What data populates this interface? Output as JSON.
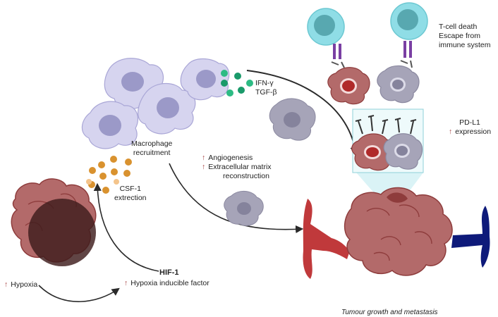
{
  "labels": {
    "tcell_death": "T-cell death",
    "escape": "Escape from",
    "immune_system": "immune system",
    "ifn": "IFN-γ",
    "tgf": "TGF-β",
    "pdl1": "PD-L1",
    "expression": "expression",
    "macrophage": "Macrophage",
    "recruitment": "recruitment",
    "angiogenesis": "Angiogenesis",
    "ecm": "Extracellular matrix",
    "reconstruction": "reconstruction",
    "csf1": "CSF-1",
    "extrection": "extrection",
    "hif1": "HIF-1",
    "hypoxia_factor": "Hypoxia inducible factor",
    "hypoxia": "Hypoxia",
    "tumour_growth": "Tumour growth and metastasis"
  },
  "symbols": {
    "increase_arrow": "↑"
  },
  "colors": {
    "tumour": "#b36a6a",
    "tumour_dark": "#8e3c3c",
    "tumour_core": "#3e1c1c",
    "macrophage": "#d6d4ef",
    "macrophage_nucleus": "#9b99c8",
    "tcell": "#8fdde6",
    "tcell_nucleus": "#58a8b0",
    "cytokine": "#1a9a6a",
    "csf1": "#d9922f",
    "artery": "#c0393b",
    "vein": "#0e1a7a",
    "grey_cell": "#a6a4b8",
    "receptor": "#7a3fa3"
  }
}
